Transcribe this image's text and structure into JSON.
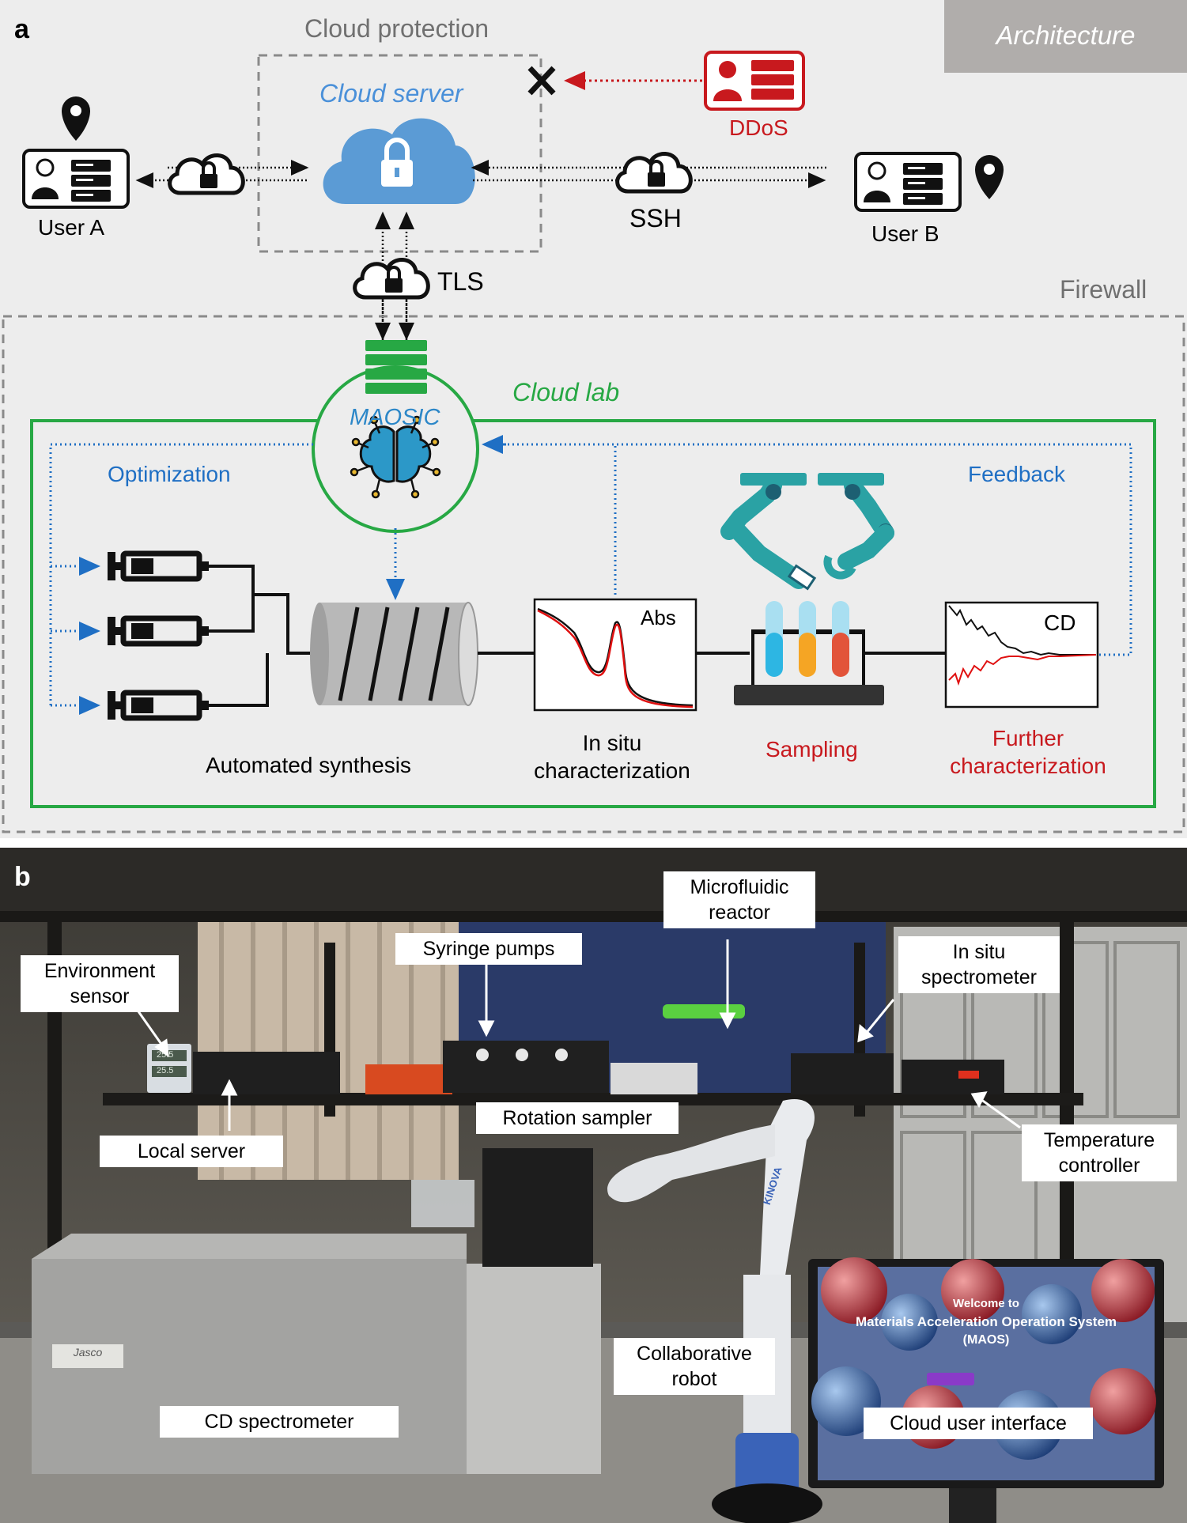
{
  "panel_a": {
    "letter": "a",
    "architecture_tag": "Architecture",
    "cloud_protection": "Cloud protection",
    "cloud_server": "Cloud server",
    "ddos": "DDoS",
    "user_a": "User A",
    "user_b": "User B",
    "ssh": "SSH",
    "tls": "TLS",
    "firewall": "Firewall",
    "cloud_lab": "Cloud lab",
    "maosic": "MAOSIC",
    "optimization": "Optimization",
    "feedback": "Feedback",
    "abs": "Abs",
    "cd": "CD",
    "automated_synthesis": "Automated synthesis",
    "in_situ_line1": "In situ",
    "in_situ_line2": "characterization",
    "sampling": "Sampling",
    "further_line1": "Further",
    "further_line2": "characterization",
    "colors": {
      "blue_label": "#4a90d9",
      "green": "#27a844",
      "red": "#c8191e",
      "dark_blue": "#1f5fa8",
      "gray_text": "#707070"
    }
  },
  "panel_b": {
    "letter": "b",
    "callouts": {
      "microfluidic_reactor": "Microfluidic reactor",
      "syringe_pumps": "Syringe pumps",
      "environment_sensor": "Environment sensor",
      "in_situ_spectrometer": "In situ spectrometer",
      "rotation_sampler": "Rotation sampler",
      "local_server": "Local server",
      "temperature_controller": "Temperature controller",
      "collaborative_robot": "Collaborative robot",
      "cd_spectrometer": "CD spectrometer",
      "cloud_user_interface": "Cloud user interface"
    },
    "monitor_text": {
      "welcome": "Welcome to",
      "system": "Materials Acceleration Operation System",
      "acronym": "(MAOS)"
    },
    "device_labels": {
      "jasco": "Jasco",
      "kinova": "KINOVA",
      "sensor_reading_1": "25.5",
      "sensor_reading_2": "25.5"
    }
  }
}
